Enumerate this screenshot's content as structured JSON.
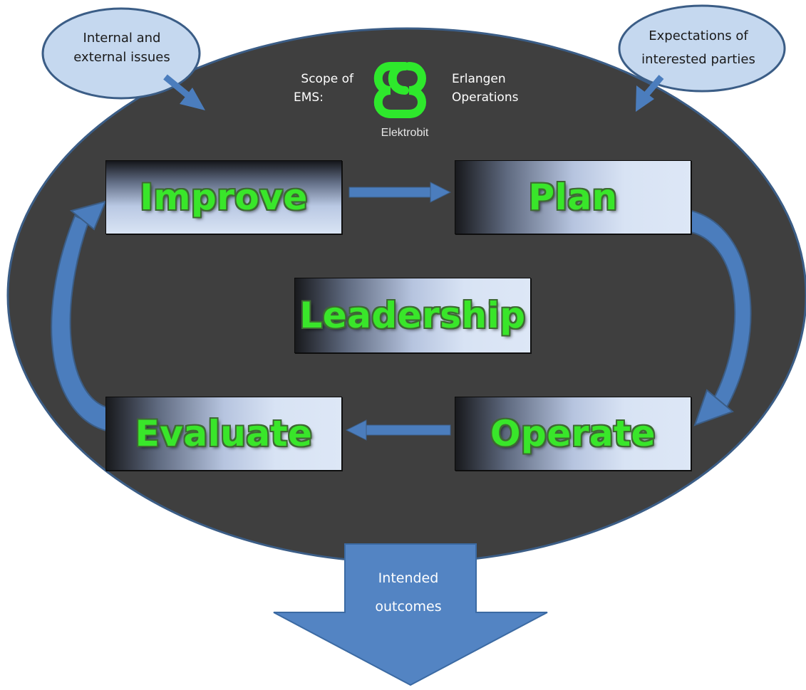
{
  "callouts": {
    "left": {
      "line1": "Internal and",
      "line2": "external issues"
    },
    "right": {
      "line1": "Expectations of",
      "line2": "interested parties"
    }
  },
  "scope": {
    "label_line1": "Scope of",
    "label_line2": "EMS:",
    "value_line1": "Erlangen",
    "value_line2": "Operations",
    "brand": "Elektrobit"
  },
  "cycle": {
    "improve": "Improve",
    "plan": "Plan",
    "leadership": "Leadership",
    "evaluate": "Evaluate",
    "operate": "Operate"
  },
  "outcome": {
    "line1": "Intended",
    "line2": "outcomes"
  },
  "colors": {
    "ellipse": "#3f3f3f",
    "ellipse_border": "#3b5d86",
    "arrow_blue": "#4b7dbd",
    "label_green": "#39e62a",
    "logo_green": "#2ee82c",
    "callout_fill": "#c5d8ef"
  }
}
